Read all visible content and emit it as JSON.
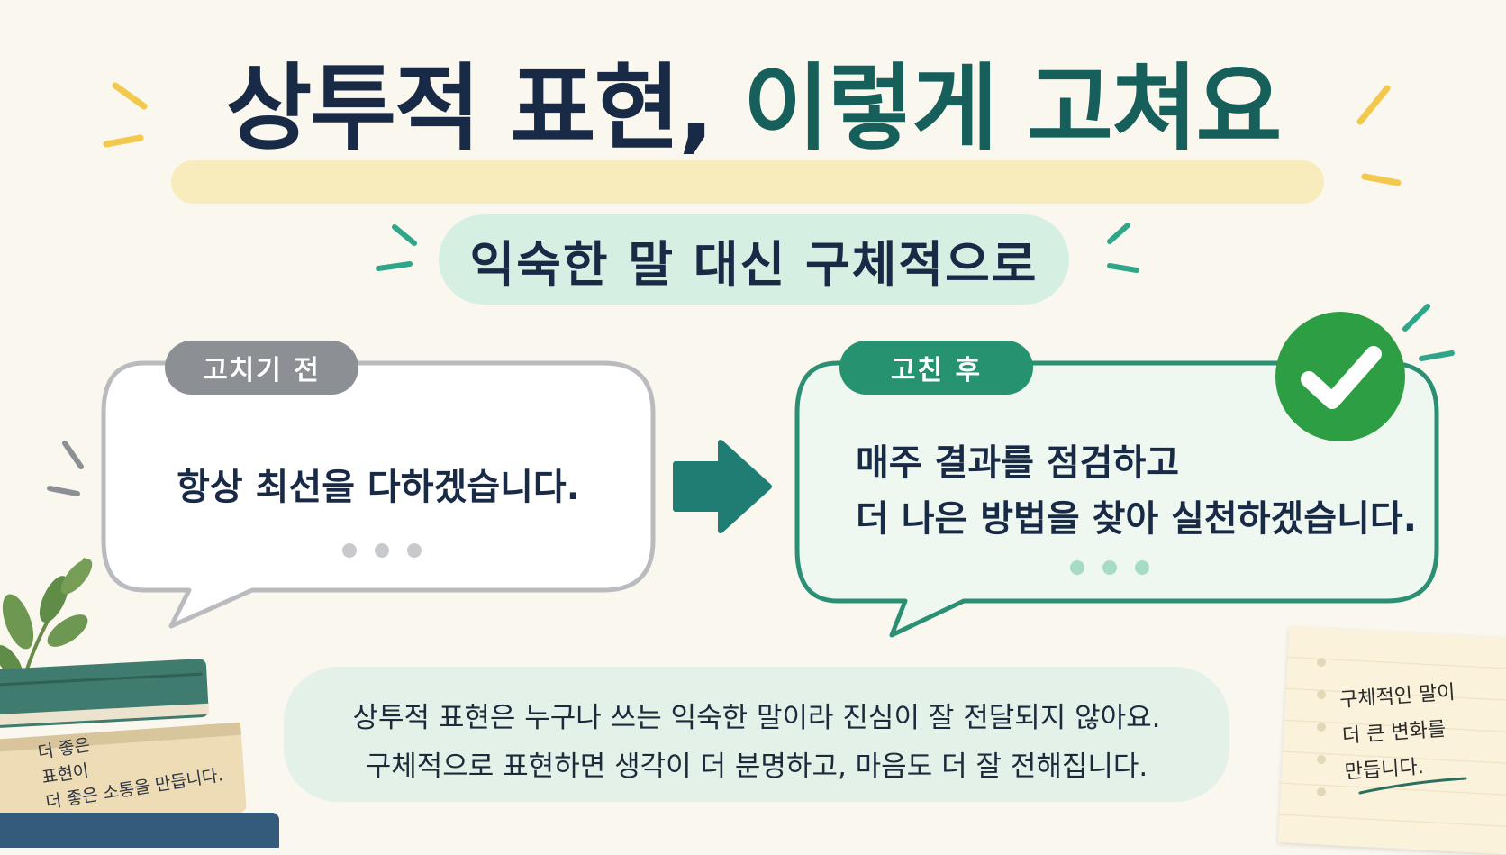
{
  "title": {
    "part1": "상투적 표현,",
    "part2": "이렇게 고쳐요"
  },
  "subtitle": "익숙한 말 대신 구체적으로",
  "before": {
    "tag": "고치기 전",
    "text": "항상 최선을 다하겠습니다."
  },
  "after": {
    "tag": "고친 후",
    "lines": [
      "매주 결과를 점검하고",
      "더 나은 방법을 찾아 실천하겠습니다."
    ]
  },
  "summary": {
    "lines": [
      "상투적 표현은 누구나 쓰는 익숙한 말이라 진심이 잘 전달되지 않아요.",
      "구체적으로 표현하면 생각이 더 분명하고, 마음도 더 잘 전해집니다."
    ]
  },
  "note": {
    "lines": [
      "구체적인 말이",
      "더 큰 변화를",
      "만듭니다."
    ]
  },
  "book": {
    "lines": [
      "더 좋은",
      "표현이",
      "더 좋은 소통을 만듭니다."
    ]
  },
  "colors": {
    "background": "#faf7ef",
    "navy": "#182a45",
    "teal": "#165f5a",
    "green": "#27926f",
    "check": "#2e9e44",
    "gray": "#8c8f93",
    "highlight": "#f8ecbd",
    "mint": "#d6efe3"
  },
  "icons": {
    "arrow": "arrow-right-icon",
    "check": "check-circle-icon",
    "plant": "leaf-plant-icon",
    "books": "book-stack-icon"
  }
}
